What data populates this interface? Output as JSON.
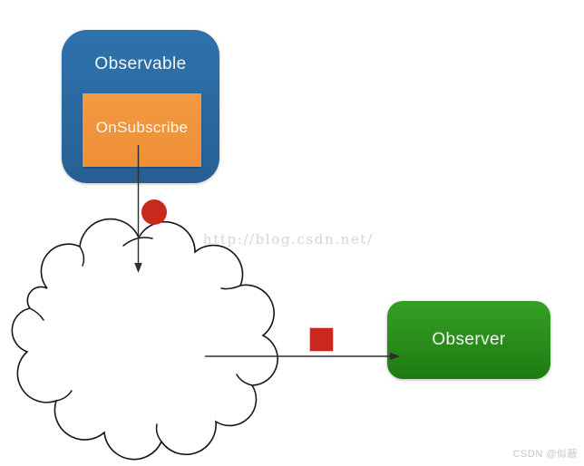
{
  "observable_box": {
    "label": "Observable"
  },
  "onsubscribe_box": {
    "label": "OnSubscribe"
  },
  "observer_box": {
    "label": "Observer"
  },
  "marbles": {
    "circle": "red-circle-emission",
    "square": "red-square-emission"
  },
  "watermark": {
    "text": "http://blog.csdn.net/"
  },
  "credit": {
    "text": "CSDN @似蔽"
  },
  "colors": {
    "observable_blue": "#2b6ca4",
    "onsubscribe_orange": "#f0923a",
    "observer_green_top": "#34a023",
    "observer_green_bottom": "#1e7c12",
    "emission_red": "#c9291c",
    "arrow_dark": "#2e2e2e",
    "cloud_stroke": "#161616",
    "watermark_gray": "#d8d5d0",
    "credit_gray": "#c6c6c6"
  }
}
